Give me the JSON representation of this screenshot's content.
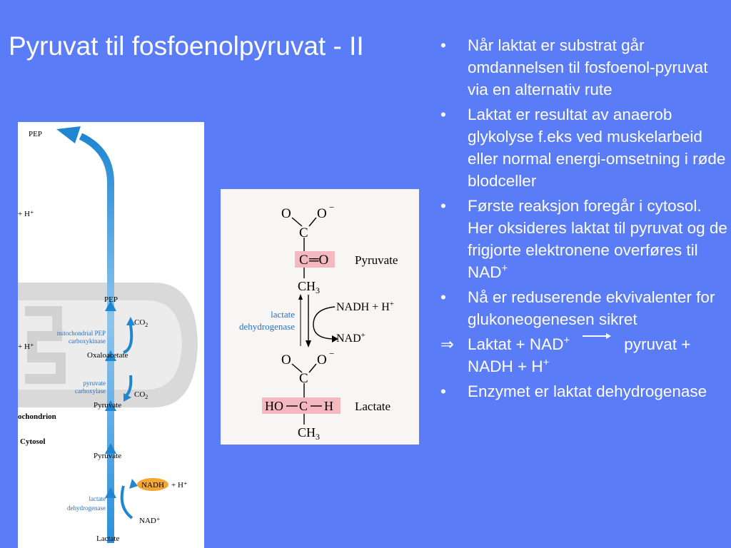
{
  "slide": {
    "title": "Pyruvat til fosfoenolpyruvat - II",
    "bullets": [
      {
        "marker": "•",
        "text": "Når laktat er substrat går omdannelsen til fosfoenol-pyruvat via en alternativ rute"
      },
      {
        "marker": "•",
        "text": "Laktat er resultat av anaerob glykolyse f.eks ved muskelarbeid eller normal energi-omsetning i røde blodceller"
      },
      {
        "marker": "•",
        "text": "Første reaksjon foregår i cytosol. Her oksideres laktat til pyruvat og de frigjorte elektronene overføres til NAD",
        "sup": "+"
      },
      {
        "marker": "•",
        "text": "Nå er reduserende ekvivalenter for glukoneogenesen sikret"
      },
      {
        "marker": "⇒",
        "pre": "Laktat + NAD",
        "pre_sup": "+",
        "post": "pyruvat + NADH + H",
        "post_sup": "+"
      },
      {
        "marker": "•",
        "text": "Enzymet er laktat dehydrogenase"
      }
    ]
  },
  "pathway_figure": {
    "pep_top": "PEP",
    "h_plus_1": "+ H⁺",
    "h_plus_2": "+ H⁺",
    "pep_mito": "PEP",
    "co2_1": "CO",
    "co2_1_sub": "2",
    "enzyme_pepck_1": "mitochondrial PEP",
    "enzyme_pepck_2": "carboxykinase",
    "oxaloacetate": "Oxaloacetate",
    "enzyme_pc_1": "pyruvate",
    "enzyme_pc_2": "carboxylase",
    "co2_2": "CO",
    "co2_2_sub": "2",
    "pyruvate_mito": "Pyruvate",
    "mitochondrion_label": "ochondrion",
    "cytosol_label": "Cytosol",
    "pyruvate_cyto": "Pyruvate",
    "nadh": "NADH",
    "nadh_h": "+ H⁺",
    "enzyme_ldh_1": "lactate",
    "enzyme_ldh_2": "dehydrogenase",
    "nad_plus": "NAD⁺",
    "lactate": "Lactate",
    "colors": {
      "arrow": "#1f8fd6",
      "mito": "#d9d9d9",
      "enzyme_text": "#2a6fbf",
      "nadh_fill": "#f2a634"
    }
  },
  "reaction_figure": {
    "o_top_1": "O",
    "o_minus_1": "O",
    "minus_1": "−",
    "c_top": "C",
    "c_keto": "C",
    "eq_o": "═O",
    "pyruvate": "Pyruvate",
    "ch3_1": "CH",
    "ch3_1_sub": "3",
    "nadh_h": "NADH + H",
    "nadh_h_sup": "+",
    "enzyme_1": "lactate",
    "enzyme_2": "dehydrogenase",
    "nad": "NAD",
    "nad_sup": "+",
    "o_top_2": "O",
    "o_minus_2": "O",
    "minus_2": "−",
    "c_top_2": "C",
    "ho": "HO",
    "c_mid": "C",
    "h": "H",
    "lactate": "Lactate",
    "ch3_2": "CH",
    "ch3_2_sub": "3",
    "colors": {
      "highlight": "#f4b8c0",
      "enzyme_text": "#2a6fbf"
    }
  }
}
